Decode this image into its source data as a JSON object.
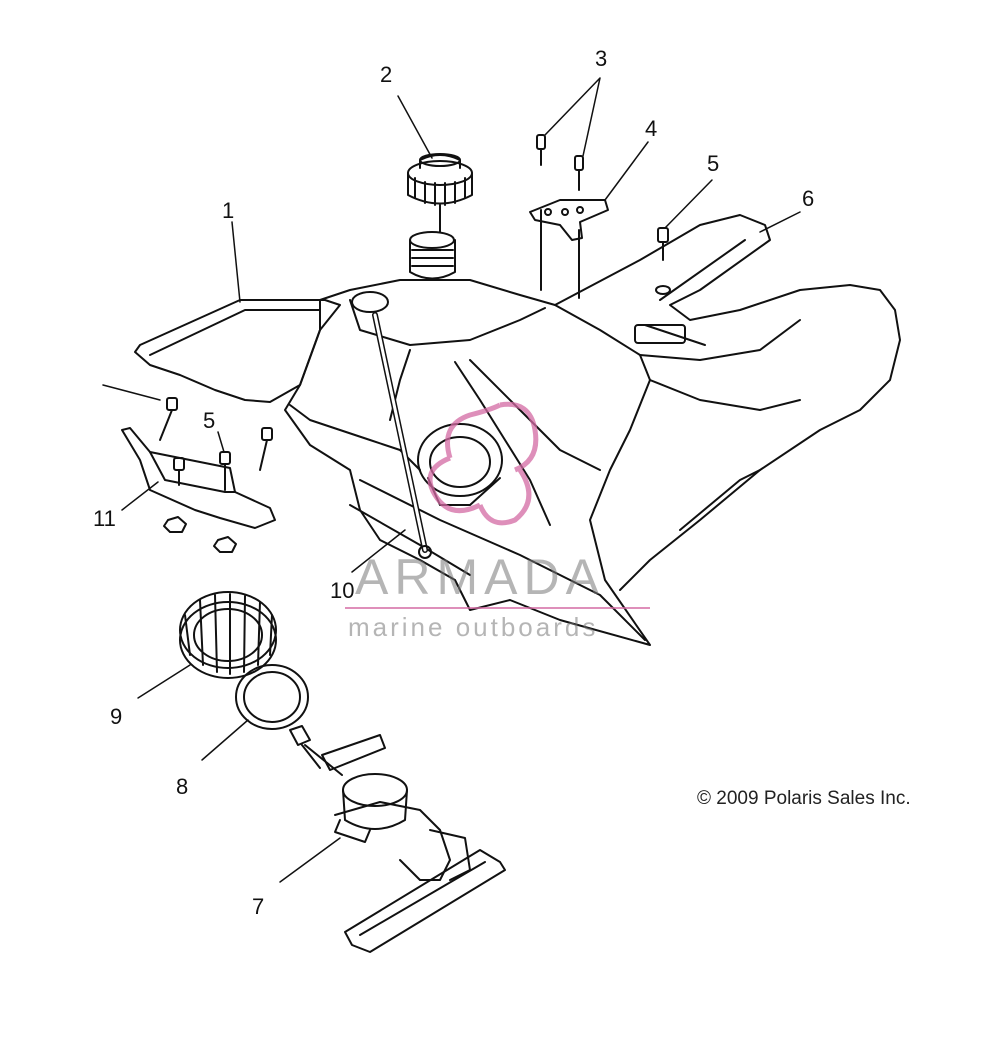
{
  "diagram": {
    "callouts": [
      {
        "id": "c1",
        "label": "1"
      },
      {
        "id": "c2",
        "label": "2"
      },
      {
        "id": "c3",
        "label": "3"
      },
      {
        "id": "c4",
        "label": "4"
      },
      {
        "id": "c5a",
        "label": "5"
      },
      {
        "id": "c5b",
        "label": "5"
      },
      {
        "id": "c6",
        "label": "6"
      },
      {
        "id": "c7",
        "label": "7"
      },
      {
        "id": "c8",
        "label": "8"
      },
      {
        "id": "c9",
        "label": "9"
      },
      {
        "id": "c10",
        "label": "10"
      },
      {
        "id": "c11",
        "label": "11"
      }
    ],
    "copyright": "© 2009 Polaris Sales Inc.",
    "watermark": {
      "brand": "ARMADA",
      "tagline": "marine outboards",
      "brand_color": "#d46aa3"
    },
    "line_color": "#111111"
  }
}
